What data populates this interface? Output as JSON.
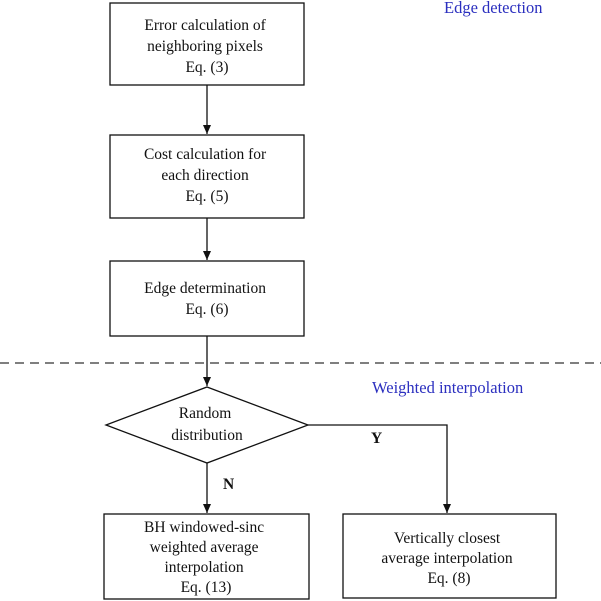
{
  "sections": {
    "top": "Edge detection",
    "bottom": "Weighted interpolation"
  },
  "nodes": {
    "error_calc": {
      "lines": [
        "Error calculation of",
        "neighboring pixels",
        "Eq. (3)"
      ]
    },
    "cost_calc": {
      "lines": [
        "Cost calculation for",
        "each direction",
        "Eq. (5)"
      ]
    },
    "edge_det": {
      "lines": [
        "Edge determination",
        "Eq. (6)"
      ]
    },
    "decision": {
      "lines": [
        "Random",
        "distribution"
      ]
    },
    "bh_interp": {
      "lines": [
        "BH windowed-sinc",
        "weighted average",
        "interpolation",
        "Eq. (13)"
      ]
    },
    "vert_interp": {
      "lines": [
        "Vertically closest",
        "average interpolation",
        "Eq. (8)"
      ]
    }
  },
  "branches": {
    "yes": "Y",
    "no": "N"
  },
  "colors": {
    "section_label": "#2b2fbf",
    "line": "#111111"
  }
}
